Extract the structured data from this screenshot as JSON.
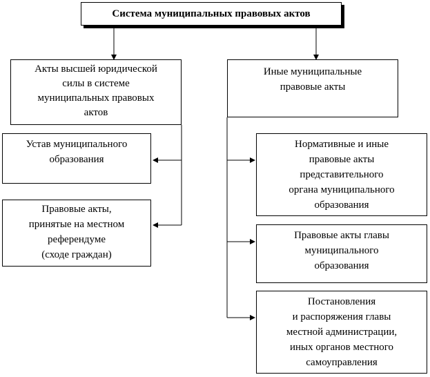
{
  "root": {
    "label": "Система муниципальных правовых актов"
  },
  "left_branch": {
    "header": [
      "Акты высшей юридической",
      "силы в системе",
      "муниципальных правовых",
      "актов"
    ],
    "items": [
      {
        "lines": [
          "Устав муниципального",
          "образования"
        ]
      },
      {
        "lines": [
          "Правовые акты,",
          "принятые на местном",
          "референдуме",
          "(сходе граждан)"
        ]
      }
    ]
  },
  "right_branch": {
    "header": [
      "Иные муниципальные",
      "правовые акты"
    ],
    "items": [
      {
        "lines": [
          "Нормативные и иные",
          "правовые акты",
          "представительного",
          "органа муниципального",
          "образования"
        ]
      },
      {
        "lines": [
          "Правовые акты главы",
          "муниципального",
          "образования"
        ]
      },
      {
        "lines": [
          "Постановления",
          "и распоряжения главы",
          "местной администрации,",
          "иных органов местного",
          "самоуправления"
        ]
      }
    ]
  }
}
